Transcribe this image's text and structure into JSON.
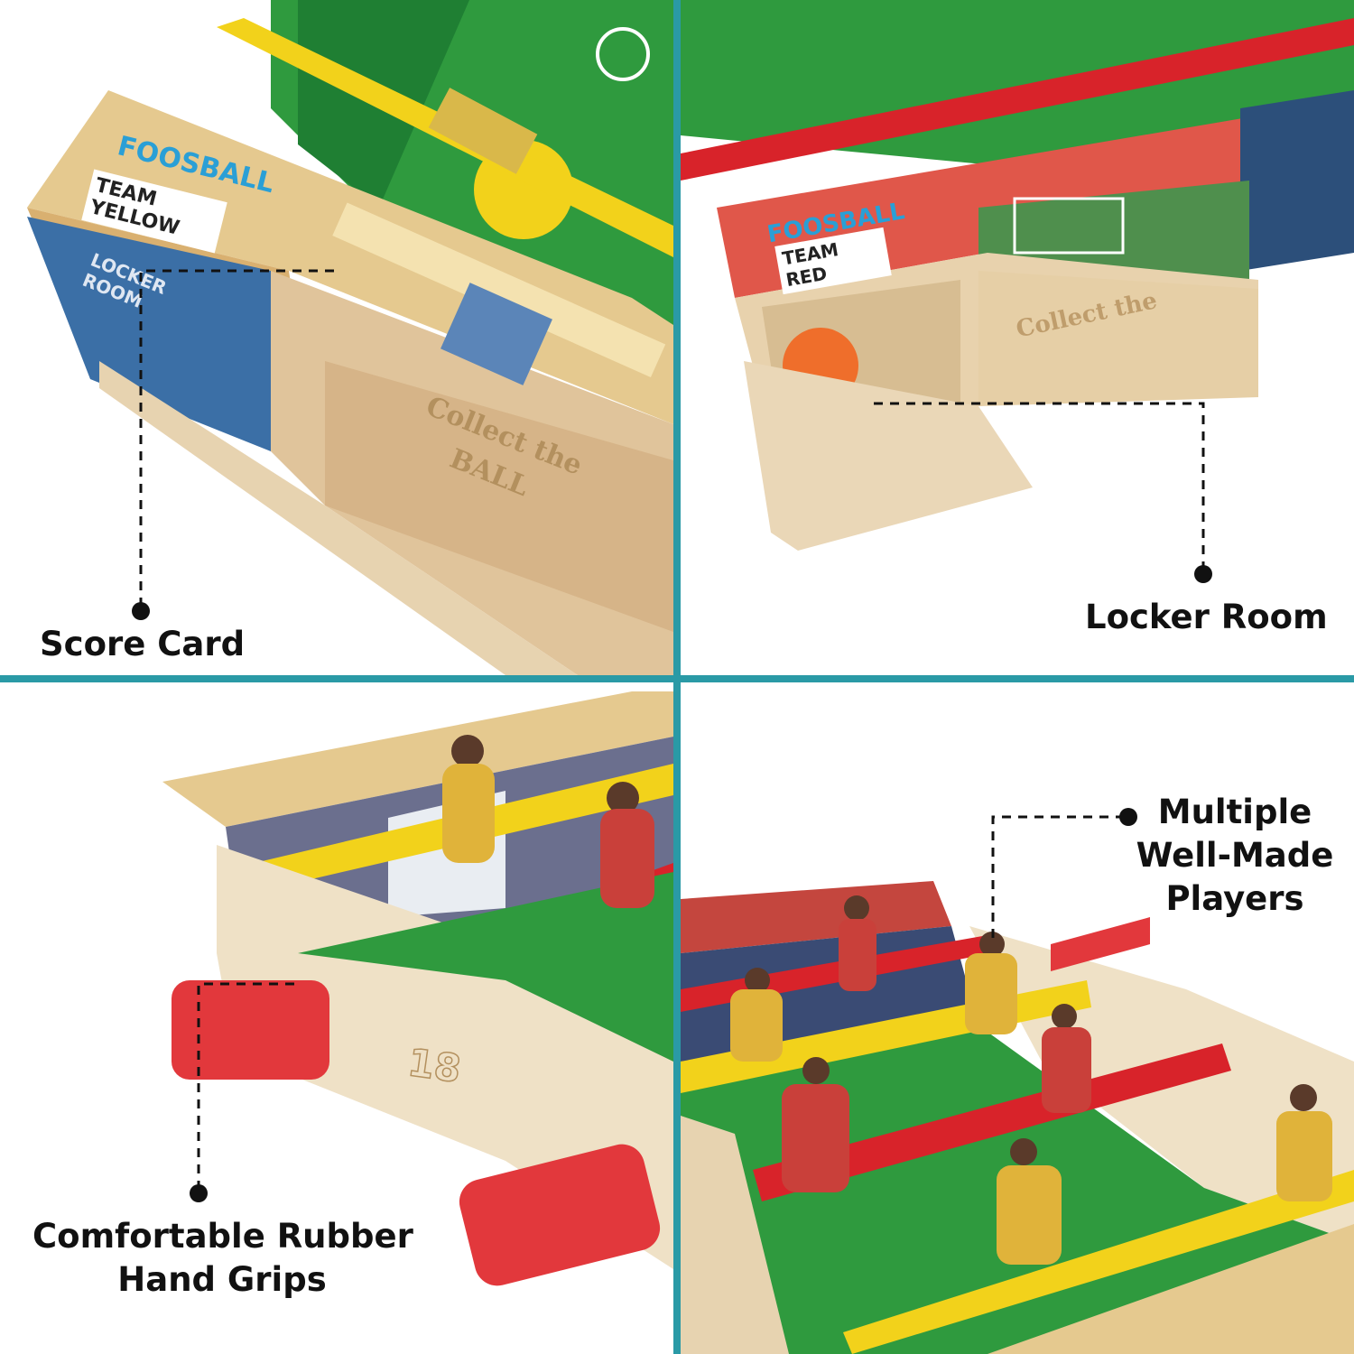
{
  "callouts": {
    "score_card": "Score Card",
    "locker_room": "Locker Room",
    "hand_grips_line1": "Comfortable Rubber",
    "hand_grips_line2": "Hand Grips",
    "players_line1": "Multiple",
    "players_line2": "Well-Made",
    "players_line3": "Players"
  },
  "product_text": {
    "brand": "FOOSBALL",
    "team_yellow": "TEAM YELLOW",
    "team_red": "TEAM RED",
    "locker_room_sign": "LOCKER ROOM",
    "collect_ball_line1": "Collect the",
    "collect_ball_line2": "BALL",
    "red_collect": "Collect the",
    "rod_number": "18"
  },
  "colors": {
    "divider": "#2a9aa6",
    "wood": "#e9d6b4",
    "yellow_rod": "#f2d21b",
    "red_rod": "#d8232a",
    "field_green": "#2f9a3e",
    "grip_red": "#e2383c"
  }
}
